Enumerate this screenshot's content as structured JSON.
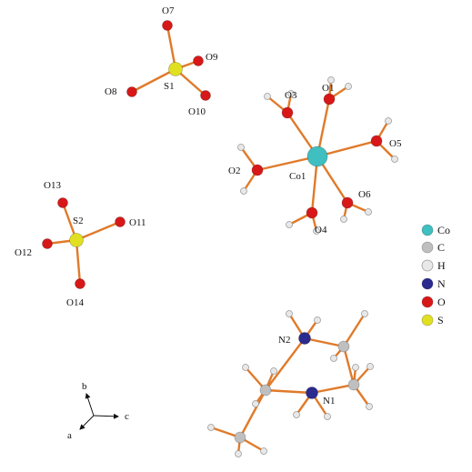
{
  "colors": {
    "Co": "#3fbfbf",
    "C": "#bfbfbf",
    "H": "#e8e8e8",
    "N": "#2a2a8f",
    "O": "#d81818",
    "S": "#e0e020",
    "bond": "#e07a2a",
    "axis": "#111111"
  },
  "atom_labels": [
    "O7",
    "O9",
    "S1",
    "O8",
    "O10",
    "O3",
    "O1",
    "O5",
    "O2",
    "Co1",
    "O6",
    "O4",
    "O13",
    "S2",
    "O11",
    "O12",
    "O14",
    "N2",
    "N1"
  ],
  "legend": [
    {
      "symbol": "Co",
      "label": "Co"
    },
    {
      "symbol": "C",
      "label": "C"
    },
    {
      "symbol": "H",
      "label": "H"
    },
    {
      "symbol": "N",
      "label": "N"
    },
    {
      "symbol": "O",
      "label": "O"
    },
    {
      "symbol": "S",
      "label": "S"
    }
  ],
  "axes": {
    "a": "a",
    "b": "b",
    "c": "c"
  }
}
